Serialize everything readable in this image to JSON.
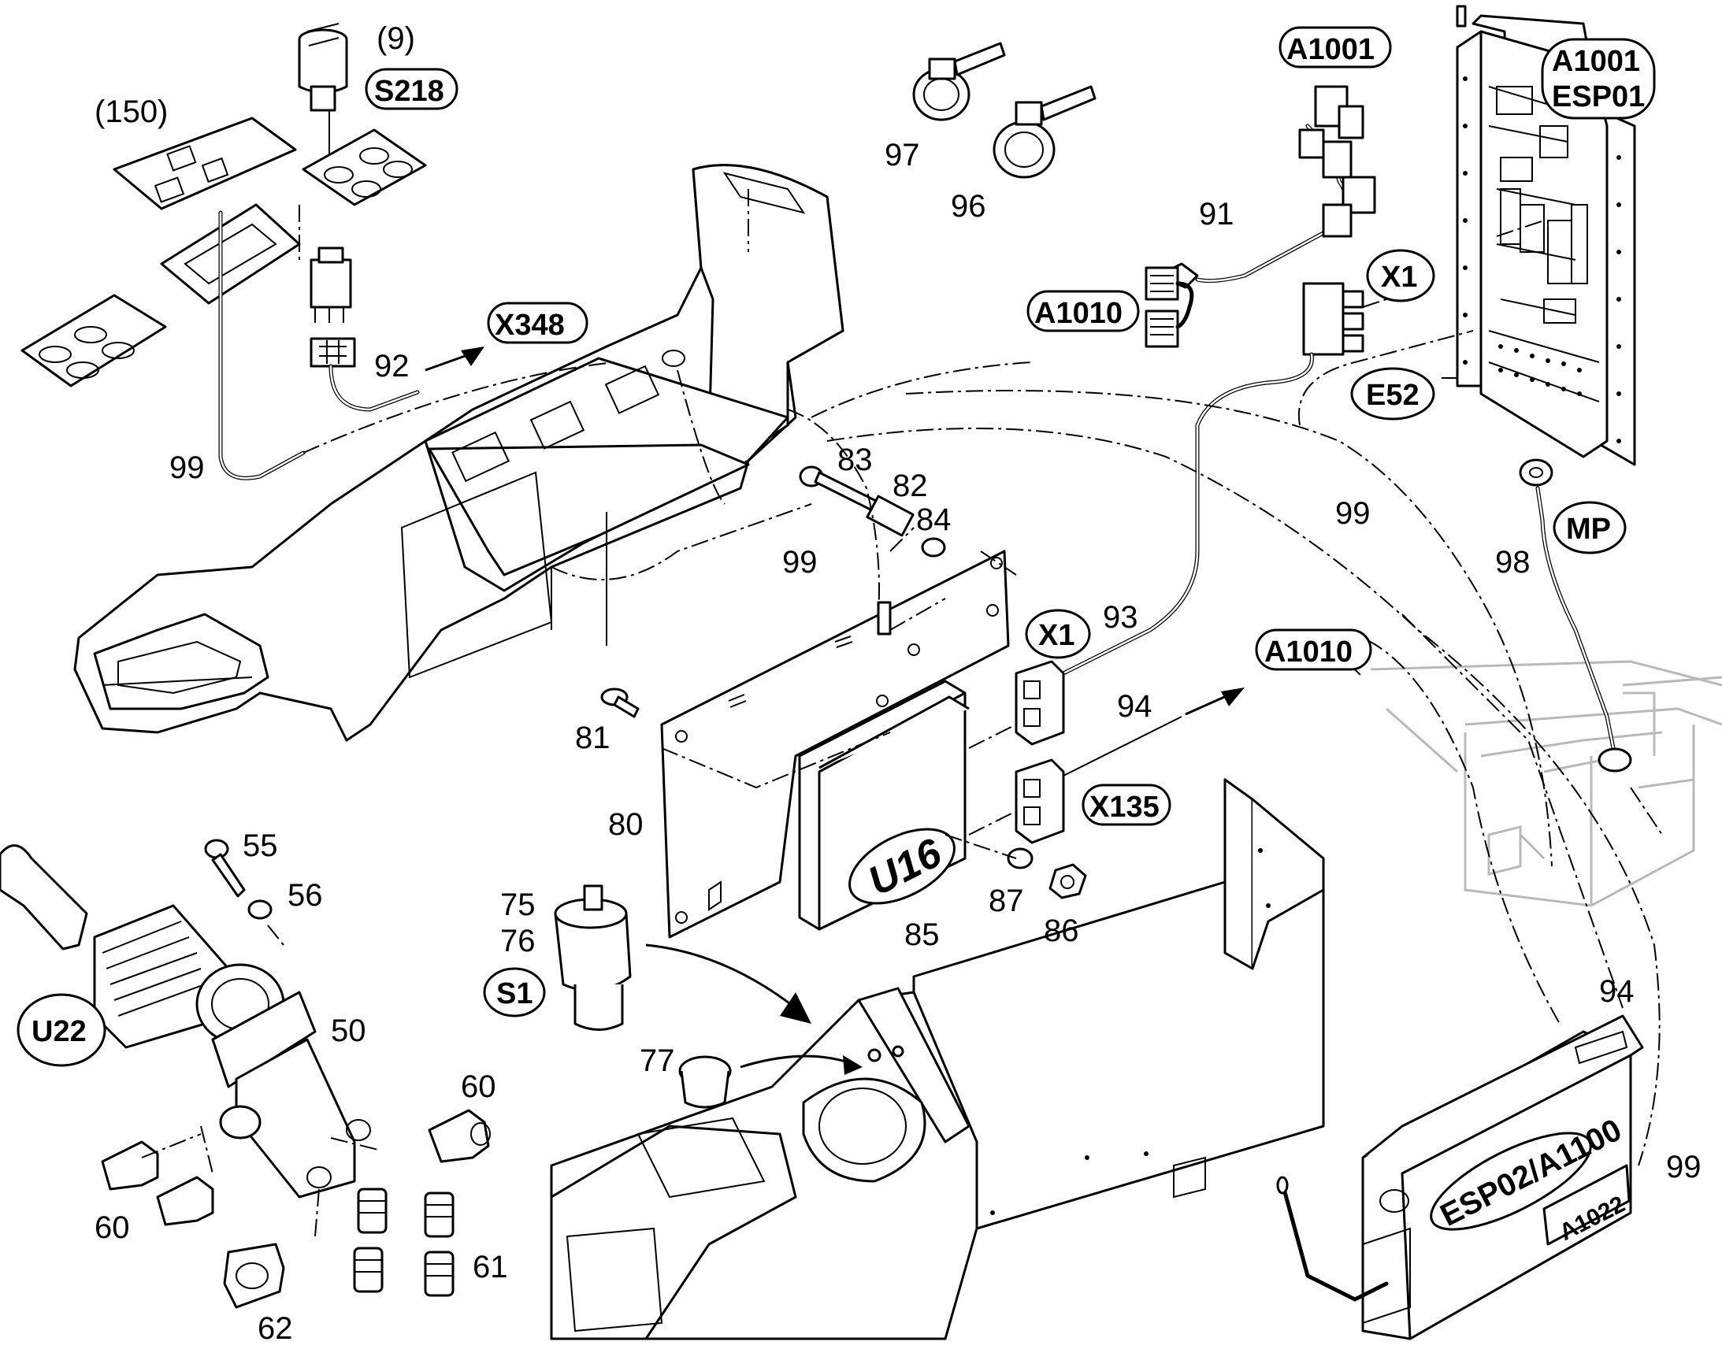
{
  "diagram": {
    "part_numbers": {
      "p9": "(9)",
      "p150": "(150)",
      "n50": "50",
      "n55": "55",
      "n56": "56",
      "n60a": "60",
      "n60b": "60",
      "n61": "61",
      "n62": "62",
      "n75": "75",
      "n76": "76",
      "n77": "77",
      "n80": "80",
      "n81": "81",
      "n82": "82",
      "n83": "83",
      "n84": "84",
      "n85": "85",
      "n86": "86",
      "n87": "87",
      "n91": "91",
      "n92": "92",
      "n93": "93",
      "n94a": "94",
      "n94b": "94",
      "n96": "96",
      "n97": "97",
      "n98": "98",
      "n99a": "99",
      "n99b": "99",
      "n99c": "99",
      "n99d": "99"
    },
    "tags": {
      "S218": "S218",
      "X348": "X348",
      "A1001": "A1001",
      "A1001_ESP01_l1": "A1001",
      "A1001_ESP01_l2": "ESP01",
      "A1010_top": "A1010",
      "X1_top": "X1",
      "E52": "E52",
      "MP": "MP",
      "X1_mid": "X1",
      "A1010_mid": "A1010",
      "X135": "X135",
      "U22": "U22",
      "S1": "S1"
    },
    "module_labels": {
      "U16": "U16",
      "ESP02_A1100": "ESP02/A1100",
      "A1022": "A1022"
    }
  }
}
